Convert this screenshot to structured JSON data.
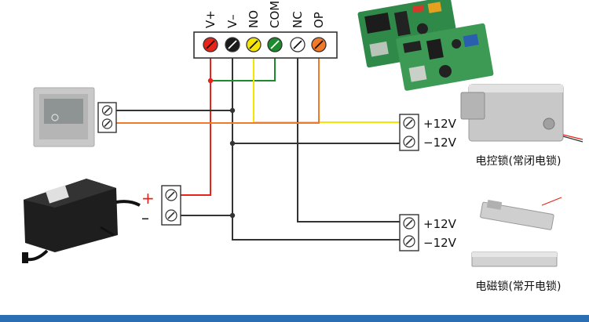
{
  "terminal_block": {
    "labels": [
      "V+",
      "V–",
      "NO",
      "COM",
      "NC",
      "OP"
    ],
    "dot_colors": [
      "#e8231a",
      "#1a1a1a",
      "#f5e600",
      "#1e8a2e",
      "#ffffff",
      "#f07a28"
    ]
  },
  "power_supply": {
    "plus": "+",
    "minus": "–"
  },
  "lock_top": {
    "plus": "+12V",
    "minus": "−12V",
    "name": "电控锁(常闭电锁)"
  },
  "lock_bottom": {
    "plus": "+12V",
    "minus": "−12V",
    "name": "电磁锁(常开电锁)"
  },
  "colors": {
    "wire_red": "#e8231a",
    "wire_black": "#333333",
    "wire_yellow": "#f5e600",
    "wire_green": "#1e8a2e",
    "wire_orange": "#f07a28",
    "bottom_bar": "#2a6fb3"
  }
}
